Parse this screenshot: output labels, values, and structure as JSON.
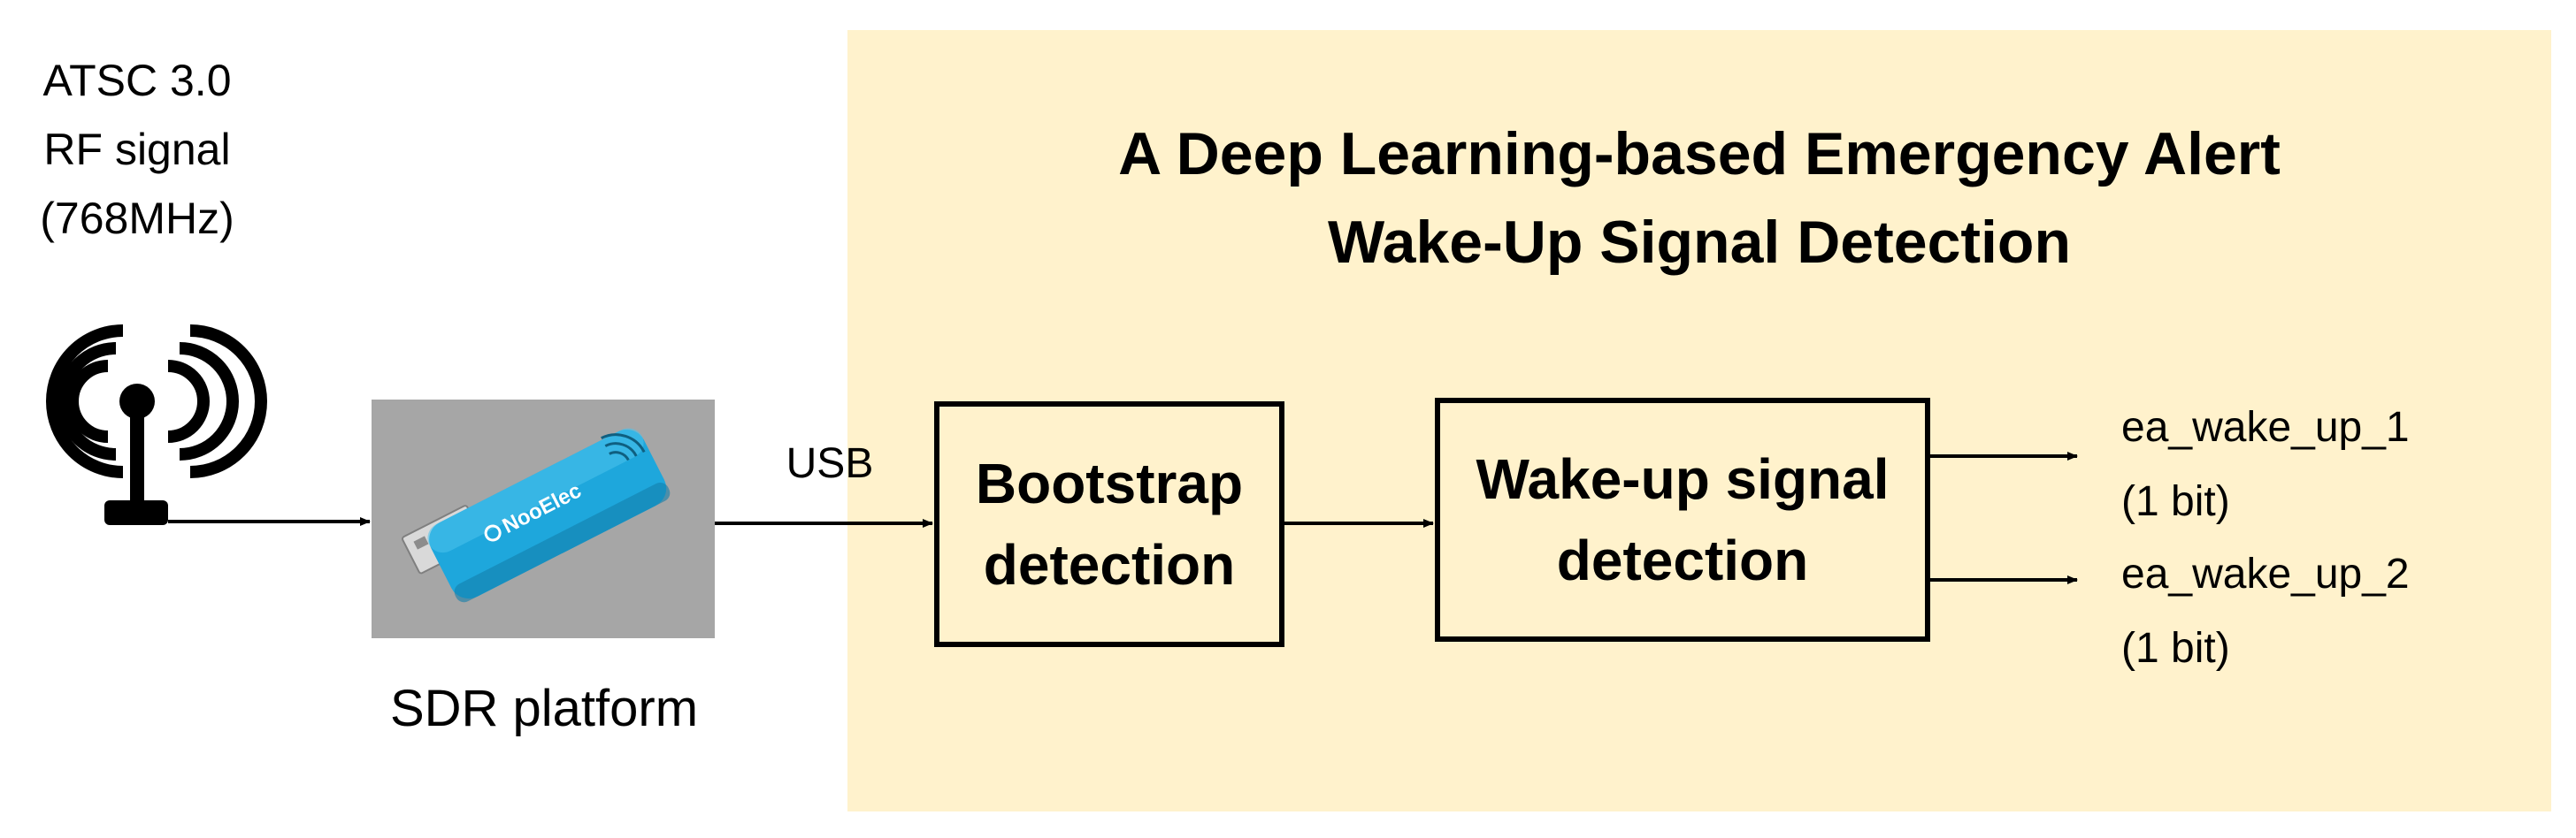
{
  "source": {
    "label_lines": [
      "ATSC 3.0",
      "RF signal",
      "(768MHz)"
    ],
    "icon": "antenna-icon"
  },
  "sdr": {
    "label": "SDR platform",
    "device_text": "NooElec",
    "device_icon": "usb-dongle-icon"
  },
  "link": {
    "usb_label": "USB"
  },
  "panel": {
    "title_lines": [
      "A Deep Learning-based Emergency Alert",
      "Wake-Up Signal Detection"
    ],
    "background_color": "#fff2cc"
  },
  "blocks": {
    "bootstrap": [
      "Bootstrap",
      "detection"
    ],
    "wakeup": [
      "Wake-up signal",
      "detection"
    ]
  },
  "outputs": [
    {
      "name": "ea_wake_up_1",
      "bits": "(1 bit)"
    },
    {
      "name": "ea_wake_up_2",
      "bits": "(1 bit)"
    }
  ],
  "colors": {
    "dongle": "#1ea7dc",
    "sdr_background": "#a6a6a6"
  }
}
